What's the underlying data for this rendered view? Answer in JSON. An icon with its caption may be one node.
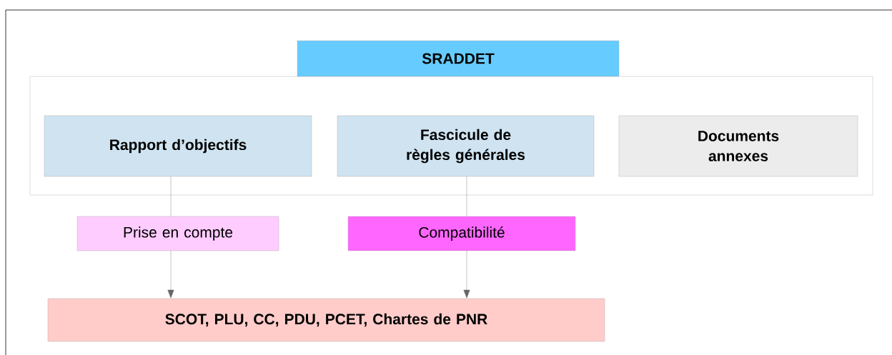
{
  "diagram": {
    "nodes": [
      {
        "text": [
          "SRADDET"
        ]
      },
      {
        "text": [],
        "shape": "box"
      },
      {
        "text": [
          "Rapport d’objectifs"
        ],
        "in": 1
      },
      {
        "text": [
          "Fascicule de règles générales"
        ],
        "in": 1
      },
      {
        "text": [
          "Documents annexes"
        ],
        "in": 1
      },
      {
        "text": [
          "Prise en compte"
        ]
      },
      {
        "text": [
          "Compatibilité"
        ]
      },
      {
        "text": [
          "SCOT, PLU, CC, PDU, PCET, Chartes de PNR"
        ]
      }
    ],
    "edges": [
      {
        "from": 2,
        "to": 5,
        "arrow": "none"
      },
      {
        "from": 5,
        "to": 7,
        "arrow": "to"
      },
      {
        "from": 3,
        "to": 6,
        "arrow": "none"
      },
      {
        "from": 6,
        "to": 7,
        "arrow": "to"
      }
    ]
  }
}
